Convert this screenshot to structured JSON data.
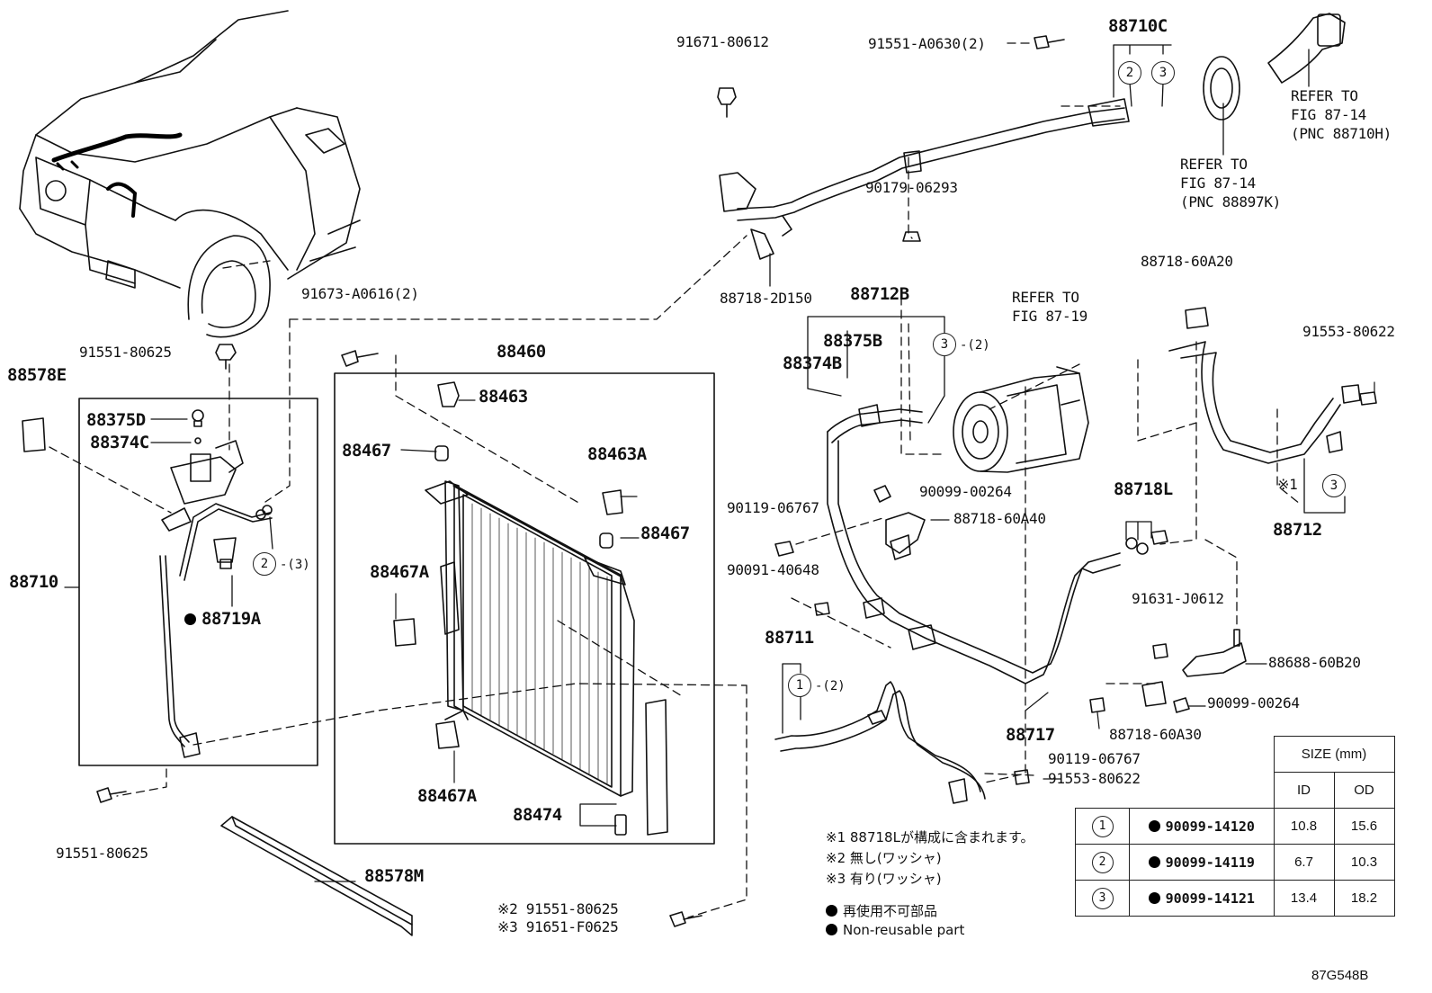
{
  "labels": {
    "l_91671": "91671-80612",
    "l_91551a": "91551-A0630(2)",
    "l_88710c": "88710C",
    "l_90179": "90179-06293",
    "l_88718_2d": "88718-2D150",
    "l_91673": "91673-A0616(2)",
    "l_91551_top": "91551-80625",
    "l_88578e": "88578E",
    "l_88375d": "88375D",
    "l_88374c": "88374C",
    "l_88710": "88710",
    "l_88719a": "88719A",
    "l_91551_bot": "91551-80625",
    "l_88460": "88460",
    "l_88463": "88463",
    "l_88467_a": "88467",
    "l_88463a": "88463A",
    "l_88467_b": "88467",
    "l_88467a_top": "88467A",
    "l_88467a_bot": "88467A",
    "l_88474": "88474",
    "l_88578m": "88578M",
    "l_note2_part": "※2 91551-80625",
    "l_note3_part": "※3 91651-F0625",
    "l_88712b": "88712B",
    "l_88375b": "88375B",
    "l_88374b": "88374B",
    "l_90099_264a": "90099-00264",
    "l_88718_60a40": "88718-60A40",
    "l_90119_a": "90119-06767",
    "l_90091": "90091-40648",
    "l_88711": "88711",
    "l_88717": "88717",
    "l_90119_b": "90119-06767",
    "l_91553_bot": "91553-80622",
    "l_88718l": "88718L",
    "l_91631": "91631-J0612",
    "l_88718_60a20": "88718-60A20",
    "l_91553_top": "91553-80622",
    "l_note1_mark": "※1",
    "l_88712": "88712",
    "l_88688": "88688-60B20",
    "l_90099_264b": "90099-00264",
    "l_88718_60a30": "88718-60A30"
  },
  "refs": {
    "r1": "REFER TO\nFIG 87-14\n(PNC 88710H)",
    "r2": "REFER TO\nFIG 87-14\n(PNC 88897K)",
    "r3": "REFER TO\nFIG 87-19"
  },
  "circles": {
    "c_top2": "2",
    "c_top3": "3",
    "c_2b": "2",
    "c_3b": "3",
    "c_3r": "3",
    "c_1": "1"
  },
  "qty": {
    "q_2b": "-(3)",
    "q_3b": "-(2)",
    "q_1": "-(2)"
  },
  "notes": {
    "n1": "※1 88718Lが構成に含まれます。",
    "n2": "※2 無し(ワッシャ)",
    "n3": "※3 有り(ワッシャ)",
    "n4": "再使用不可部品",
    "n5": "Non-reusable part"
  },
  "size_table": {
    "header": "SIZE (mm)",
    "col_id": "ID",
    "col_od": "OD",
    "rows": [
      {
        "key": "1",
        "part": "90099-14120",
        "id": "10.8",
        "od": "15.6"
      },
      {
        "key": "2",
        "part": "90099-14119",
        "id": "6.7",
        "od": "10.3"
      },
      {
        "key": "3",
        "part": "90099-14121",
        "id": "13.4",
        "od": "18.2"
      }
    ]
  },
  "figure_id": "87G548B"
}
